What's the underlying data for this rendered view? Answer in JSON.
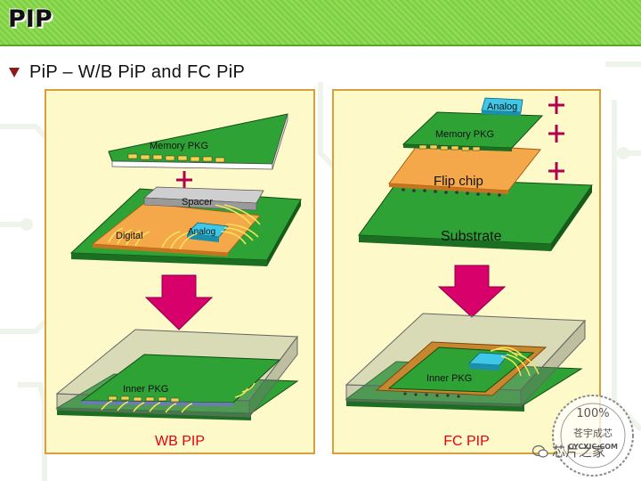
{
  "header": {
    "title": "PIP"
  },
  "subtitle": "PiP – W/B PiP and FC PiP",
  "left_panel": {
    "caption": "WB PIP",
    "labels": {
      "memory_pkg": "Memory PKG",
      "spacer": "Spacer",
      "digital": "Digital",
      "analog": "Analog",
      "inner_pkg": "Inner PKG"
    }
  },
  "right_panel": {
    "caption": "FC PIP",
    "labels": {
      "analog": "Analog",
      "memory_pkg": "Memory PKG",
      "flip_chip": "Flip chip",
      "substrate": "Substrate",
      "inner_pkg": "Inner PKG"
    }
  },
  "stamp": {
    "percent": "100%",
    "text": "苍宇成芯",
    "url": "CYCXIC.COM"
  },
  "watermark": {
    "text": "芯片之家"
  },
  "colors": {
    "board_green": "#2fa236",
    "board_dark": "#1c6e23",
    "interposer_orange": "#f5a84a",
    "chip_cyan": "#3ec7e6",
    "arrow_magenta": "#d8006a",
    "plus_magenta": "#b0004e",
    "caption_red": "#e60012"
  }
}
